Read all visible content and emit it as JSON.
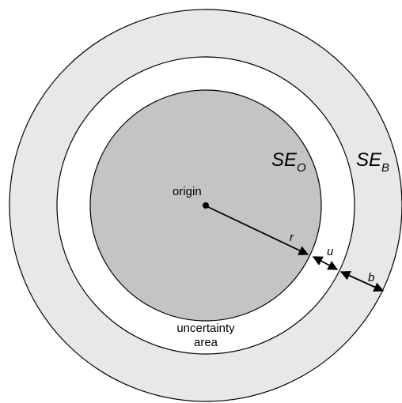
{
  "labels": {
    "origin": "origin",
    "r": "r",
    "u": "u",
    "b": "b",
    "uncertainty_line1": "uncertainty",
    "uncertainty_line2": "area",
    "se_o_base": "SE",
    "se_o_sub": "O",
    "se_b_base": "SE",
    "se_b_sub": "B"
  },
  "colors": {
    "outer_ring": "#e8e8e8",
    "uncertainty_ring": "#ffffff",
    "origin_disc": "#c4c4c4",
    "stroke": "#000000"
  }
}
